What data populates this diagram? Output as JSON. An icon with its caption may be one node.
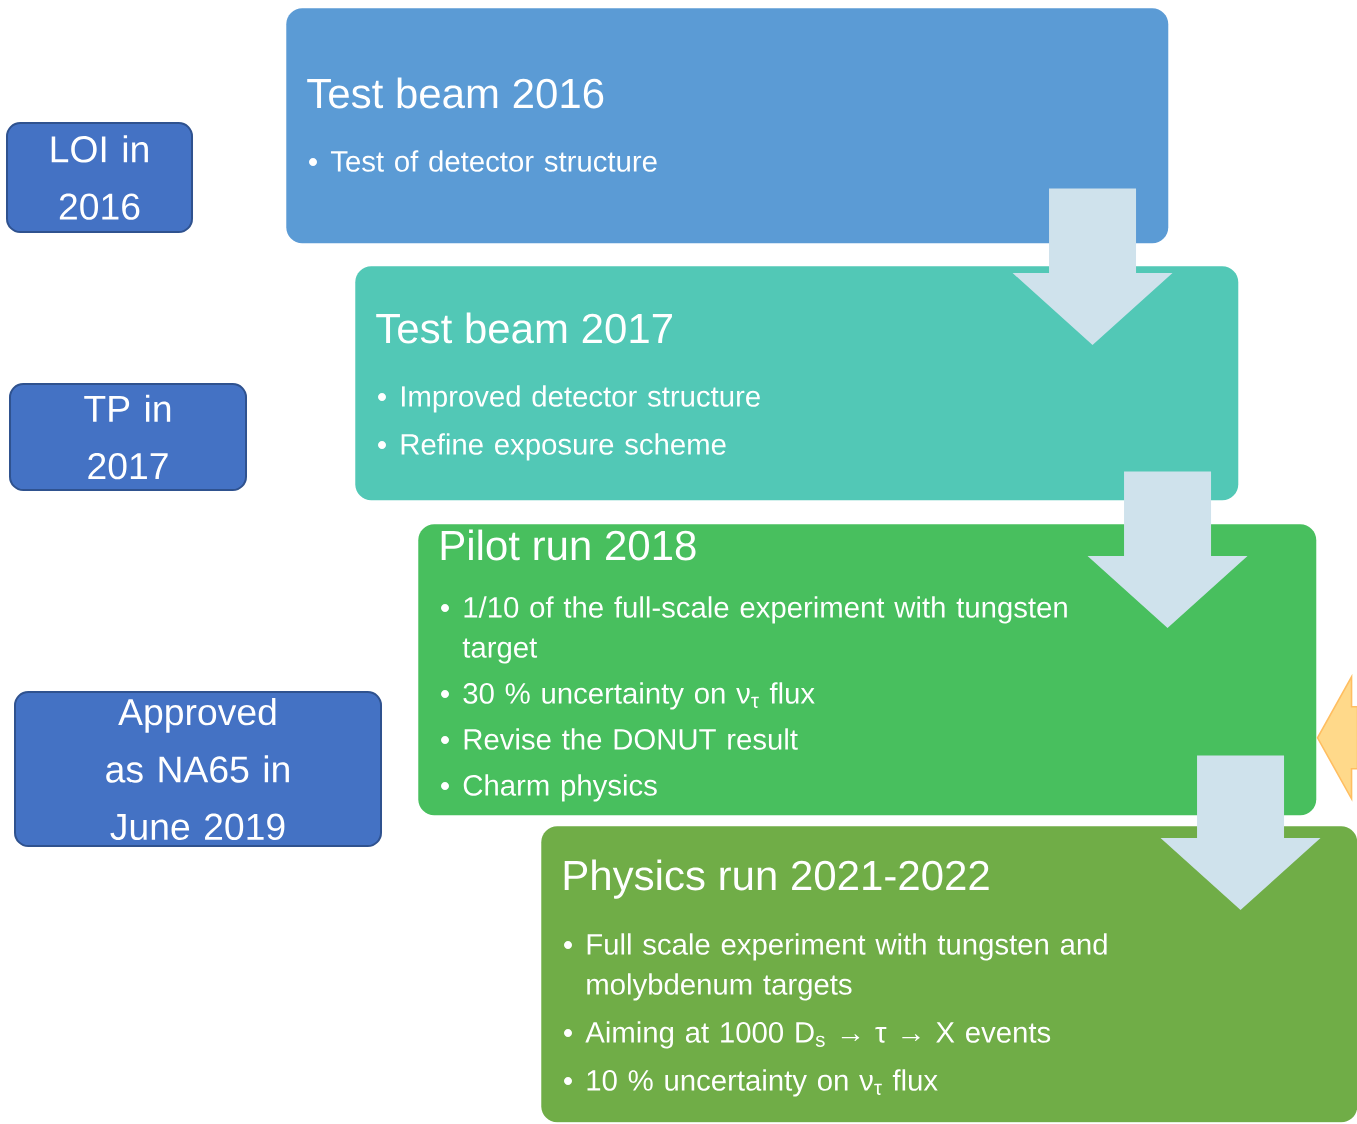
{
  "diagram": {
    "nodes": [
      {
        "text": [
          "Test beam 2016",
          "Test of detector structure"
        ]
      },
      {
        "text": [
          "Test beam 2017",
          "Improved detector structure",
          "Refine exposure scheme"
        ]
      },
      {
        "text": [
          "Pilot run 2018",
          "1/10 of the full-scale experiment with tungsten target",
          "30 % uncertainty on ν$_{τ}$ flux",
          "Revise the DONUT result",
          "Charm physics"
        ]
      },
      {
        "text": [
          "Physics run 2021-2022",
          "Full scale experiment with tungsten and molybdenum targets",
          "Aiming at 1000 D$_{s}$ → τ → X events",
          "10 % uncertainty on ν$_{τ}$ flux"
        ]
      },
      {
        "text": [
          "LOI in 2016"
        ]
      },
      {
        "text": [
          "TP in 2017"
        ]
      },
      {
        "text": [
          "Approved as NA65 in June 2019"
        ]
      }
    ],
    "edges": [
      {
        "from": 0,
        "to": 1,
        "arrow": "to"
      },
      {
        "from": 1,
        "to": 2,
        "arrow": "to"
      },
      {
        "from": 2,
        "to": 3,
        "arrow": "to"
      },
      {
        "from": null,
        "to": 2,
        "arrow": "to",
        "color": "#ffd98a"
      }
    ]
  }
}
